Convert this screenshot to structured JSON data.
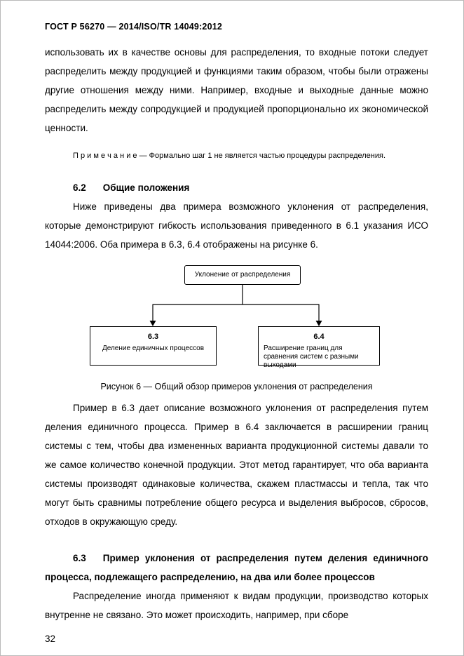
{
  "page": {
    "header": "ГОСТ Р 56270 — 2014/ISO/TR 14049:2012",
    "page_number": "32"
  },
  "content": {
    "para1": "использовать их в качестве основы для распределения, то входные потоки следует распределить между продукцией и функциями таким образом, чтобы были отражены другие отношения между ними. Например, входные и выходные данные можно распределить между сопродукцией и продукцией пропорционально их экономической ценности.",
    "note": "П р и м е ч а н и е  —  Формально шаг 1 не является частью процедуры распределения.",
    "section62": {
      "number": "6.2",
      "title": "Общие положения"
    },
    "para2": "Ниже приведены два примера возможного уклонения от распределения, которые демонстрируют гибкость использования приведенного в 6.1 указания ИСО 14044:2006. Оба примера в 6.3, 6.4 отображены на рисунке 6.",
    "figure": {
      "root_box": "Уклонение от распределения",
      "left_box": {
        "number": "6.3",
        "label": "Деление единичных процессов"
      },
      "right_box": {
        "number": "6.4",
        "label": "Расширение границ для сравнения систем с разными выходами"
      },
      "caption": "Рисунок 6 — Общий обзор примеров уклонения от распределения"
    },
    "para3": "Пример в 6.3 дает описание возможного уклонения от распределения путем деления единичного процесса. Пример в 6.4 заключается в расширении границ системы с тем, чтобы два измененных варианта продукционной системы давали то же самое количество конечной продукции. Этот метод гарантирует, что оба варианта системы производят одинаковые количества, скажем пластмассы и тепла, так что могут быть сравнимы потребление общего ресурса и выделения выбросов, сбросов, отходов в окружающую среду.",
    "section63": {
      "number": "6.3",
      "title": "Пример уклонения от распределения путем деления единичного процесса, подлежащего распределению, на два или более процессов"
    },
    "para4": "Распределение иногда применяют к видам продукции, производство которых внутренне не связано. Это может происходить, например, при сборе"
  }
}
